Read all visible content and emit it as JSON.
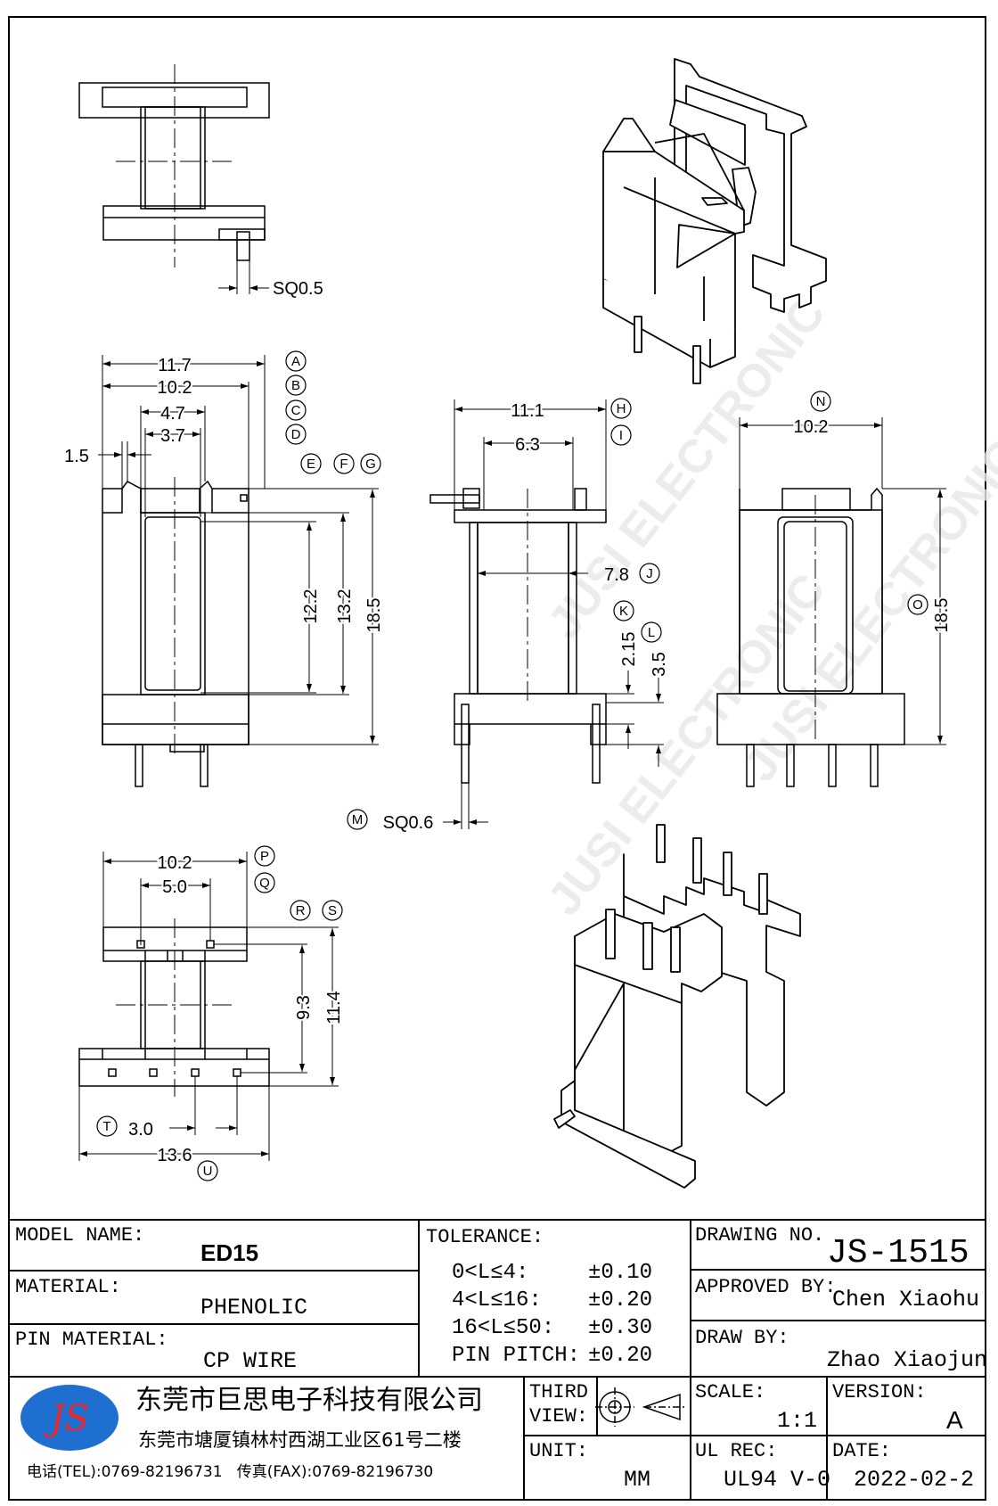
{
  "top_view": {
    "dim_sq": "SQ0.5"
  },
  "front_view": {
    "dims": {
      "w_total": "11.7",
      "w_inner": "10.2",
      "w_slot": "4.7",
      "w_core": "3.7",
      "w_side": "1.5",
      "h_window": "12.2",
      "h_inner": "13.2",
      "h_total": "18.5"
    },
    "labels": {
      "a": "A",
      "b": "B",
      "c": "C",
      "d": "D",
      "e": "E",
      "f": "F",
      "g": "G"
    }
  },
  "side_view": {
    "dims": {
      "w_total": "11.1",
      "w_inner": "6.3",
      "core_w": "7.8",
      "h_pin_gap": "2.15",
      "h_base": "3.5",
      "pin_sq": "SQ0.6"
    },
    "labels": {
      "h": "H",
      "i": "I",
      "j": "J",
      "k": "K",
      "l": "L",
      "m": "M"
    }
  },
  "rear_view": {
    "dims": {
      "w": "10.2",
      "h": "18.5"
    },
    "labels": {
      "n": "N",
      "o": "O"
    }
  },
  "bottom_view": {
    "dims": {
      "w_top": "10.2",
      "w_slot": "5.0",
      "h_pins": "9.3",
      "h_total": "11.4",
      "pitch": "3.0",
      "w_total": "13.6"
    },
    "labels": {
      "p": "P",
      "q": "Q",
      "r": "R",
      "s": "S",
      "t": "T",
      "u": "U"
    }
  },
  "watermark": {
    "text": "JUSI ELECTRONIC"
  },
  "title_block": {
    "model_name_label": "MODEL NAME:",
    "model_name": "ED15",
    "material_label": "MATERIAL:",
    "material": "PHENOLIC",
    "pin_material_label": "PIN MATERIAL:",
    "pin_material": "CP WIRE",
    "tolerance_label": "TOLERANCE:",
    "tolerances": [
      {
        "range": "0<L≤4:",
        "value": "±0.10"
      },
      {
        "range": "4<L≤16:",
        "value": "±0.20"
      },
      {
        "range": "16<L≤50:",
        "value": "±0.30"
      },
      {
        "range": "PIN PITCH:",
        "value": "±0.20"
      }
    ],
    "drawing_no_label": "DRAWING NO.",
    "drawing_no": "JS-1515",
    "approved_label": "APPROVED BY:",
    "approved_by": "Chen Xiaohu",
    "draw_label": "DRAW BY:",
    "draw_by": "Zhao Xiaojun",
    "logo_text": "JS",
    "company_name": "东莞市巨思电子科技有限公司",
    "company_address": "东莞市塘厦镇林村西湖工业区61号二楼",
    "company_contact": "电话(TEL):0769-82196731   传真(FAX):0769-82196730",
    "third_view_label_1": "THIRD",
    "third_view_label_2": "VIEW:",
    "unit_label": "UNIT:",
    "unit": "MM",
    "scale_label": "SCALE:",
    "scale": "1:1",
    "version_label": "VERSION:",
    "version": "A",
    "ul_label": "UL REC:",
    "ul_rec": "UL94 V-0",
    "date_label": "DATE:",
    "date": "2022-02-2"
  }
}
